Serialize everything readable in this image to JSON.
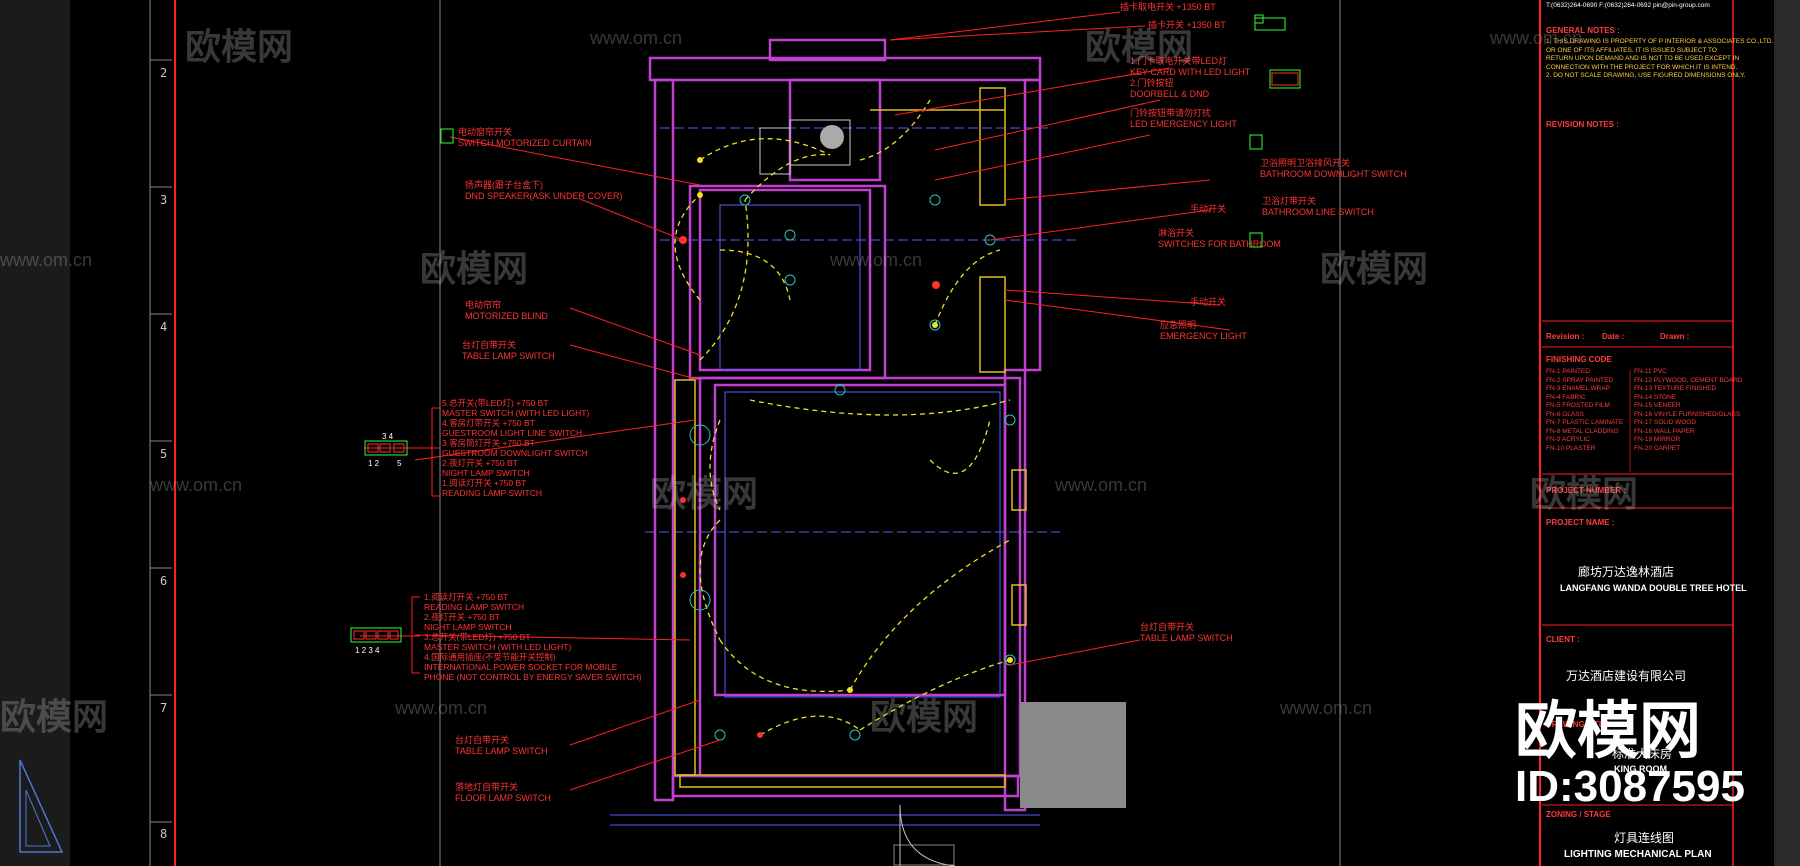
{
  "ruler": {
    "numbers": [
      "2",
      "3",
      "4",
      "5",
      "6",
      "7",
      "8"
    ]
  },
  "annotations": {
    "top1": "插卡取电开关 +1350 BT",
    "top2": "插卡开关 +1350 BT",
    "motor_curtain_cn": "电动窗帘开关",
    "motor_curtain_en": "SWITCH MOTORIZED CURTAIN",
    "speaker_cn": "扬声器(跟子台盒下)",
    "speaker_en": "DND SPEAKER(ASK UNDER COVER)",
    "blind_cn": "电动帘帘",
    "blind_en": "MOTORIZED BLIND",
    "table_lamp_cn": "台灯自带开关",
    "table_lamp_en": "TABLE LAMP SWITCH",
    "key_card_cn": "1.门卡取电开关带LED灯",
    "key_card_en": "KEY CARD WITH LED LIGHT",
    "doorbell_cn": "2.门铃按钮",
    "doorbell_en": "DOORBELL & DND",
    "emergency_cn": "门铃按钮带请勿打扰",
    "emergency_en": "LED EMERGENCY LIGHT",
    "bath_cn": "卫浴照明卫浴排风开关",
    "bath_en": "BATHROOM DOWNLIGHT SWITCH",
    "bath2_cn": "卫浴灯带开关",
    "bath2_en": "BATHROOM LINE SWITCH",
    "manual1": "手动开关",
    "shower_cn": "淋浴开关",
    "shower_en": "SWITCHES FOR BATHROOM",
    "manual2": "手动开关",
    "sensor_cn": "应急照明",
    "sensor_en": "EMERGENCY LIGHT",
    "group_a": [
      "5.总开关(带LED灯) +750 BT",
      "MASTER SWITCH (WITH LED LIGHT)",
      "4.客房灯带开关 +750 BT",
      "GUESTROOM LIGHT LINE SWITCH",
      "3.客房筒灯开关 +750 BT",
      "GUESTROOM DOWNLIGHT SWITCH",
      "2.夜灯开关 +750 BT",
      "NIGHT LAMP SWITCH",
      "1.阅读灯开关 +750 BT",
      "READING LAMP SWITCH"
    ],
    "group_a_tag": [
      "3 4",
      "1 2",
      "5"
    ],
    "group_b": [
      "1.阅读灯开关 +750 BT",
      "READING LAMP SWITCH",
      "2.夜灯开关 +750 BT",
      "NIGHT LAMP SWITCH",
      "3.总开关(带LED灯) +750 BT",
      "MASTER SWITCH (WITH LED LIGHT)",
      "4.国际通用插座(不受节能开关控制)",
      "INTERNATIONAL POWER SOCKET FOR MOBILE",
      "PHONE (NOT CONTROL BY ENERGY SAVER SWITCH)"
    ],
    "group_b_tag": "1 2 3  4",
    "table_lamp2_cn": "台灯自带开关",
    "table_lamp2_en": "TABLE LAMP SWITCH",
    "floor_lamp_cn": "落地灯自带开关",
    "floor_lamp_en": "FLOOR LAMP SWITCH",
    "right_table_cn": "台灯自带开关",
    "right_table_en": "TABLE LAMP SWITCH"
  },
  "title_block": {
    "contact": "T:(0632)264-0690 F:(0632)264-0692 pin@pin-group.com",
    "general_notes": "GENERAL NOTES :",
    "notes": [
      "1. THIS DRAWING IS PROPERTY OF P INTERIOR & ASSOCIATES CO.,LTD.",
      "OR ONE OF ITS AFFILIATES. IT IS ISSUED SUBJECT TO",
      "RETURN UPON DEMAND AND IS NOT TO BE USED EXCEPT IN",
      "CONNECTION WITH THE PROJECT FOR WHICH IT IS INTEND.",
      "2. DO NOT SCALE DRAWING, USE FIGURED DIMENSIONS ONLY."
    ],
    "revision_notes": "REVISION NOTES :",
    "revision": "Revision :",
    "date": "Date :",
    "drawn": "Drawn :",
    "finishing_code": "FINISHING CODE",
    "codes_left": [
      "FN-1 PAINTED",
      "FN-2 SPRAY PAINTED",
      "FN-3 ENAMEL WRAP",
      "FN-4 FABRIC",
      "FN-5 FROSTED FILM",
      "FN-6 GLASS",
      "FN-7 PLASTIC LAMINATE",
      "FN-8 METAL CLADDING",
      "FN-9 ACRYLIC",
      "FN-10 PLASTER"
    ],
    "codes_right": [
      "FN-11 PVC",
      "FN-12 PLYWOOD, CEMENT BOARD",
      "FN-13 TEXTURE FINISHED",
      "FN-14 STONE",
      "FN-15 VENEER",
      "FN-16 VINYLE FURNISHED/GLASS",
      "FN-17 SOLID WOOD",
      "FN-18 WALL PAPER",
      "FN-19 MIRROR",
      "FN-20 CARPET"
    ],
    "project_number": "PROJECT NUMBER :",
    "project_name": "PROJECT NAME :",
    "project_cn": "廊坊万达逸林酒店",
    "project_en": "LANGFANG WANDA DOUBLE TREE HOTEL",
    "client": "CLIENT :",
    "client_name": "万达酒店建设有限公司",
    "drawing_title": "DRAWING TITLE :",
    "room_cn": "标准大床房",
    "room_en": "KING ROOM",
    "zoning": "ZONING / STAGE",
    "plan_cn": "灯具连线图",
    "plan_en": "LIGHTING MECHANICAL PLAN"
  },
  "watermark": {
    "brand": "欧模网",
    "url": "www.om.cn",
    "id": "ID:3087595"
  }
}
